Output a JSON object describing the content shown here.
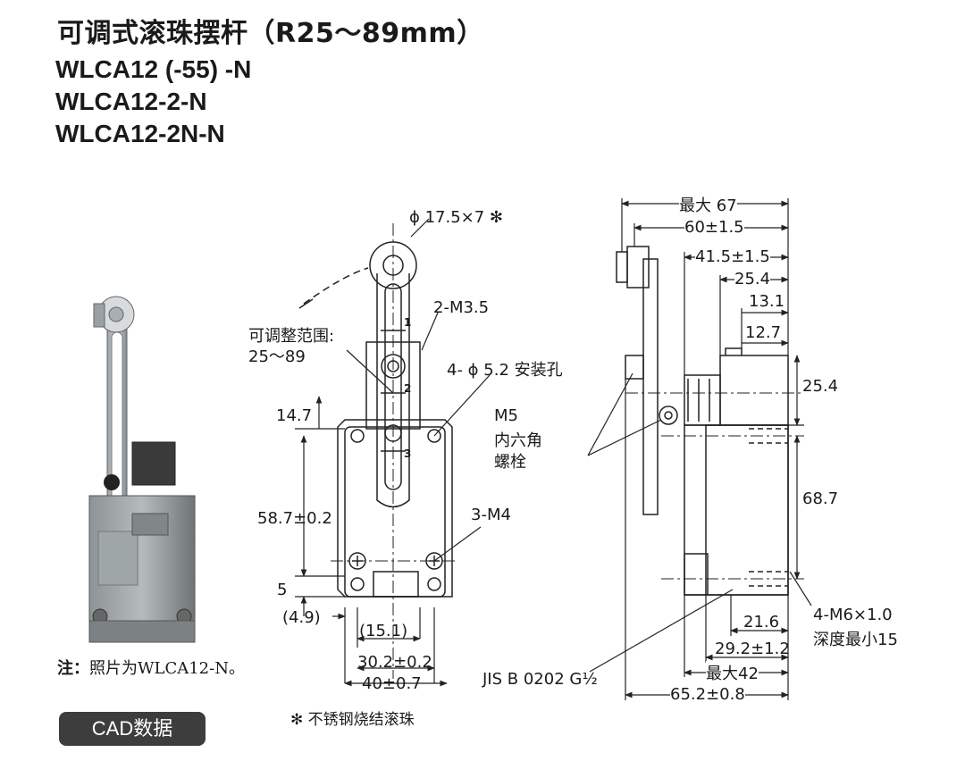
{
  "title": "可调式滚珠摆杆（R25～89mm）",
  "models": [
    "WLCA12 (-55) -N",
    "WLCA12-2-N",
    "WLCA12-2N-N"
  ],
  "photo_note": {
    "label": "注：",
    "text": "照片为WLCA12-N。"
  },
  "cad_button": "CAD数据",
  "star_note": "✻ 不锈钢烧结滚珠",
  "front_view": {
    "roller": "ϕ 17.5×7 ✻",
    "range_label": "可调整范围:",
    "range_value": "25～89",
    "screw": "2-M3.5",
    "mount_holes": "4- ϕ 5.2 安装孔",
    "dim_14_7": "14.7",
    "dim_58_7": "58.7±0.2",
    "dim_5": "5",
    "dim_4_9": "(4.9)",
    "dim_15_1": "(15.1)",
    "dim_30_2": "30.2±0.2",
    "dim_40": "40±0.7",
    "m4": "3-M4",
    "lever_marks": [
      "1",
      "2",
      "3"
    ]
  },
  "side_view": {
    "max67": "最大 67",
    "d60": "60±1.5",
    "d41_5": "41.5±1.5",
    "d25_4_top": "25.4",
    "d13_1": "13.1",
    "d12_7": "12.7",
    "d25_4_side": "25.4",
    "m5_line1": "M5",
    "m5_line2": "内六角",
    "m5_line3": "螺栓",
    "d68_7": "68.7",
    "d21_6": "21.6",
    "d29_2": "29.2±1.2",
    "max42": "最大42",
    "d65_2": "65.2±0.8",
    "m6_line1": "4-M6×1.0",
    "m6_line2": "深度最小15",
    "jis": "JIS B 0202 G½"
  }
}
